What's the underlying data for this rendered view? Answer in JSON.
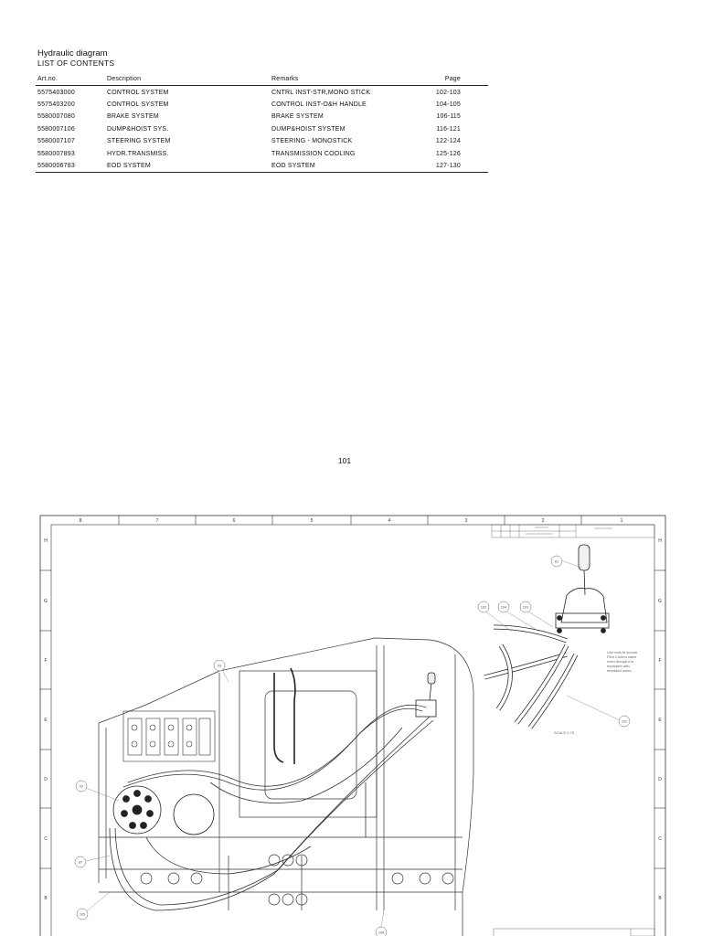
{
  "header": {
    "title": "Hydraulic diagram",
    "subtitle": "LIST OF CONTENTS"
  },
  "toc": {
    "columns": [
      "Art.no.",
      "Description",
      "Remarks",
      "Page"
    ],
    "rows": [
      {
        "art": "5575403000",
        "desc": "CONTROL SYSTEM",
        "remarks": "CNTRL INST-STR,MONO STICK",
        "page": "102-103"
      },
      {
        "art": "5575403200",
        "desc": "CONTROL SYSTEM",
        "remarks": "CONTROL INST-O&H HANDLE",
        "page": "104-105"
      },
      {
        "art": "5580007080",
        "desc": "BRAKE SYSTEM",
        "remarks": "BRAKE SYSTEM",
        "page": "106-115"
      },
      {
        "art": "5580007106",
        "desc": "DUMP&HOIST SYS.",
        "remarks": "DUMP&HOIST SYSTEM",
        "page": "116-121"
      },
      {
        "art": "5580007107",
        "desc": "STEERING SYSTEM",
        "remarks": "STEERING - MONOSTICK",
        "page": "122-124"
      },
      {
        "art": "5580007893",
        "desc": "HYDR.TRANSMISS.",
        "remarks": "TRANSMISSION COOLING",
        "page": "125-126"
      },
      {
        "art": "5580006783",
        "desc": "EOD SYSTEM",
        "remarks": "EOD SYSTEM",
        "page": "127-130"
      }
    ]
  },
  "page_number": "101",
  "drawing": {
    "col_labels": [
      "8",
      "7",
      "6",
      "5",
      "4",
      "3",
      "2",
      "1"
    ],
    "row_labels": [
      "H",
      "G",
      "F",
      "E",
      "D",
      "C",
      "B"
    ],
    "callouts": {
      "c81": "81",
      "c101": "101",
      "c102": "102",
      "c103": "103",
      "c104": "104",
      "c105": "105",
      "c106": "106",
      "c87": "87",
      "c92": "92",
      "c93": "93"
    },
    "scale_text": "SCALE 0.75",
    "note_lines": [
      "Use nuts to secure",
      "Pilot Control valve",
      "even though it is",
      "equipped with",
      "threaded holes."
    ]
  }
}
